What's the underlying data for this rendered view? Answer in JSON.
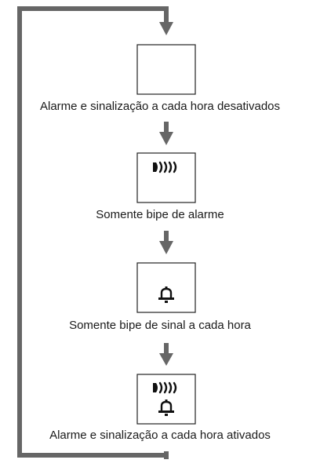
{
  "diagram": {
    "line_color": "#666666",
    "box_border_color": "#222222",
    "icon_color": "#111111",
    "states": [
      {
        "label": "Alarme e sinalização a cada hora desativados",
        "icons": []
      },
      {
        "label": "Somente bipe de alarme",
        "icons": [
          "alarm-sound-icon"
        ]
      },
      {
        "label": "Somente bipe de sinal a cada hora",
        "icons": [
          "bell-icon"
        ]
      },
      {
        "label": "Alarme e sinalização a cada hora ativados",
        "icons": [
          "alarm-sound-icon",
          "bell-icon"
        ]
      }
    ]
  }
}
